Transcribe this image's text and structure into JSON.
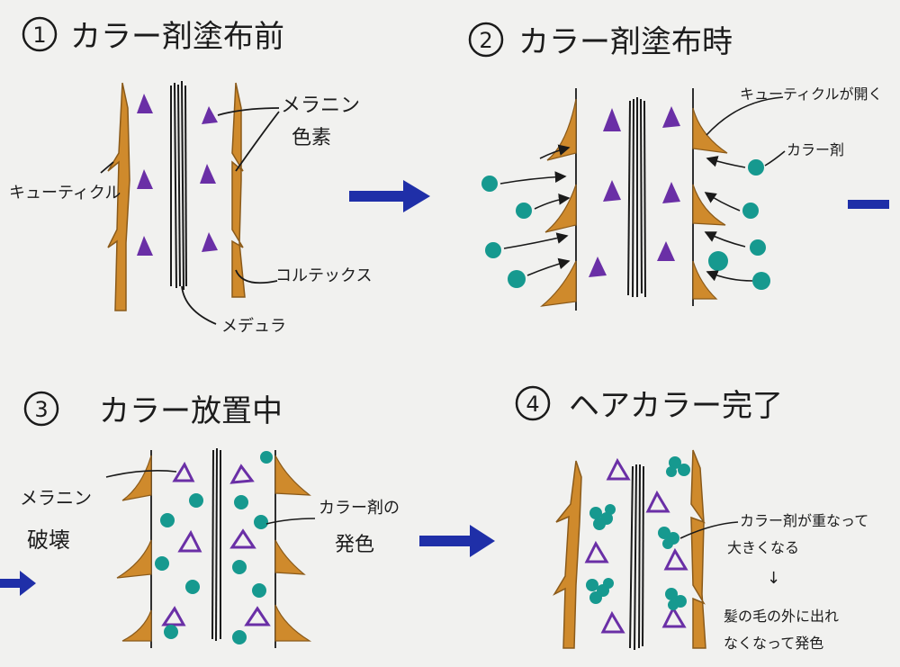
{
  "panels": [
    {
      "num": "1",
      "title": "カラー剤塗布前"
    },
    {
      "num": "2",
      "title": "カラー剤塗布時"
    },
    {
      "num": "3",
      "title": "カラー放置中"
    },
    {
      "num": "4",
      "title": "ヘアカラー完了"
    }
  ],
  "labels": {
    "melanin_line1": "メラニン",
    "melanin_line2": "色素",
    "cuticle": "キューティクル",
    "cortex": "コルテックス",
    "medulla": "メデュラ",
    "cuticle_opens": "キューティクルが開く",
    "color_agent": "カラー剤",
    "melanin_destroyed_1": "メラニン",
    "melanin_destroyed_2": "破壊",
    "color_dev_1": "カラー剤の",
    "color_dev_2": "発色",
    "overlap_1": "カラー剤が重なって",
    "overlap_2": "大きくなる",
    "down_arrow": "↓",
    "result_1": "髪の毛の外に出れ",
    "result_2": "なくなって発色"
  },
  "colors": {
    "cuticle": "#cf8a2c",
    "melanin": "#6a2fa6",
    "dye": "#16998f",
    "arrow": "#1f2fa8",
    "ink": "#1a1a1a"
  }
}
